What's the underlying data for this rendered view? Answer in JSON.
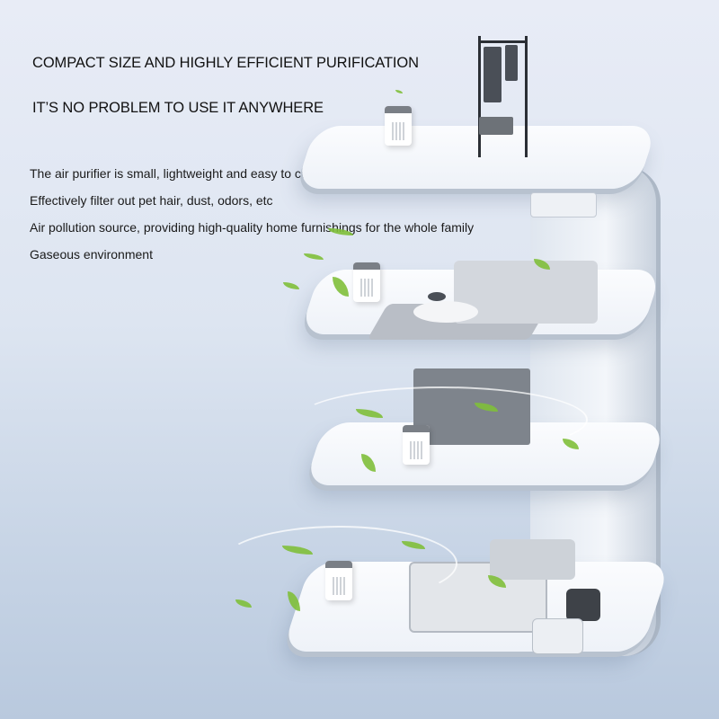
{
  "headline": {
    "line1": "COMPACT SIZE AND HIGHLY EFFICIENT PURIFICATION",
    "line2": "IT’S NO PROBLEM TO USE IT ANYWHERE"
  },
  "features": [
    "The air purifier is small, lightweight and easy to carry when moving house.",
    "Effectively filter out pet hair, dust, odors, etc",
    "Air pollution source, providing high-quality home furnishings for the whole family",
    "Gaseous environment"
  ],
  "scene": {
    "levels": [
      "clothes-rack-level",
      "living-room-level",
      "dresser-level",
      "bedroom-level"
    ],
    "accent_leaf_color": "#7fbf3a",
    "background_top": "#e8ecf6",
    "background_bottom": "#b9c9de"
  }
}
